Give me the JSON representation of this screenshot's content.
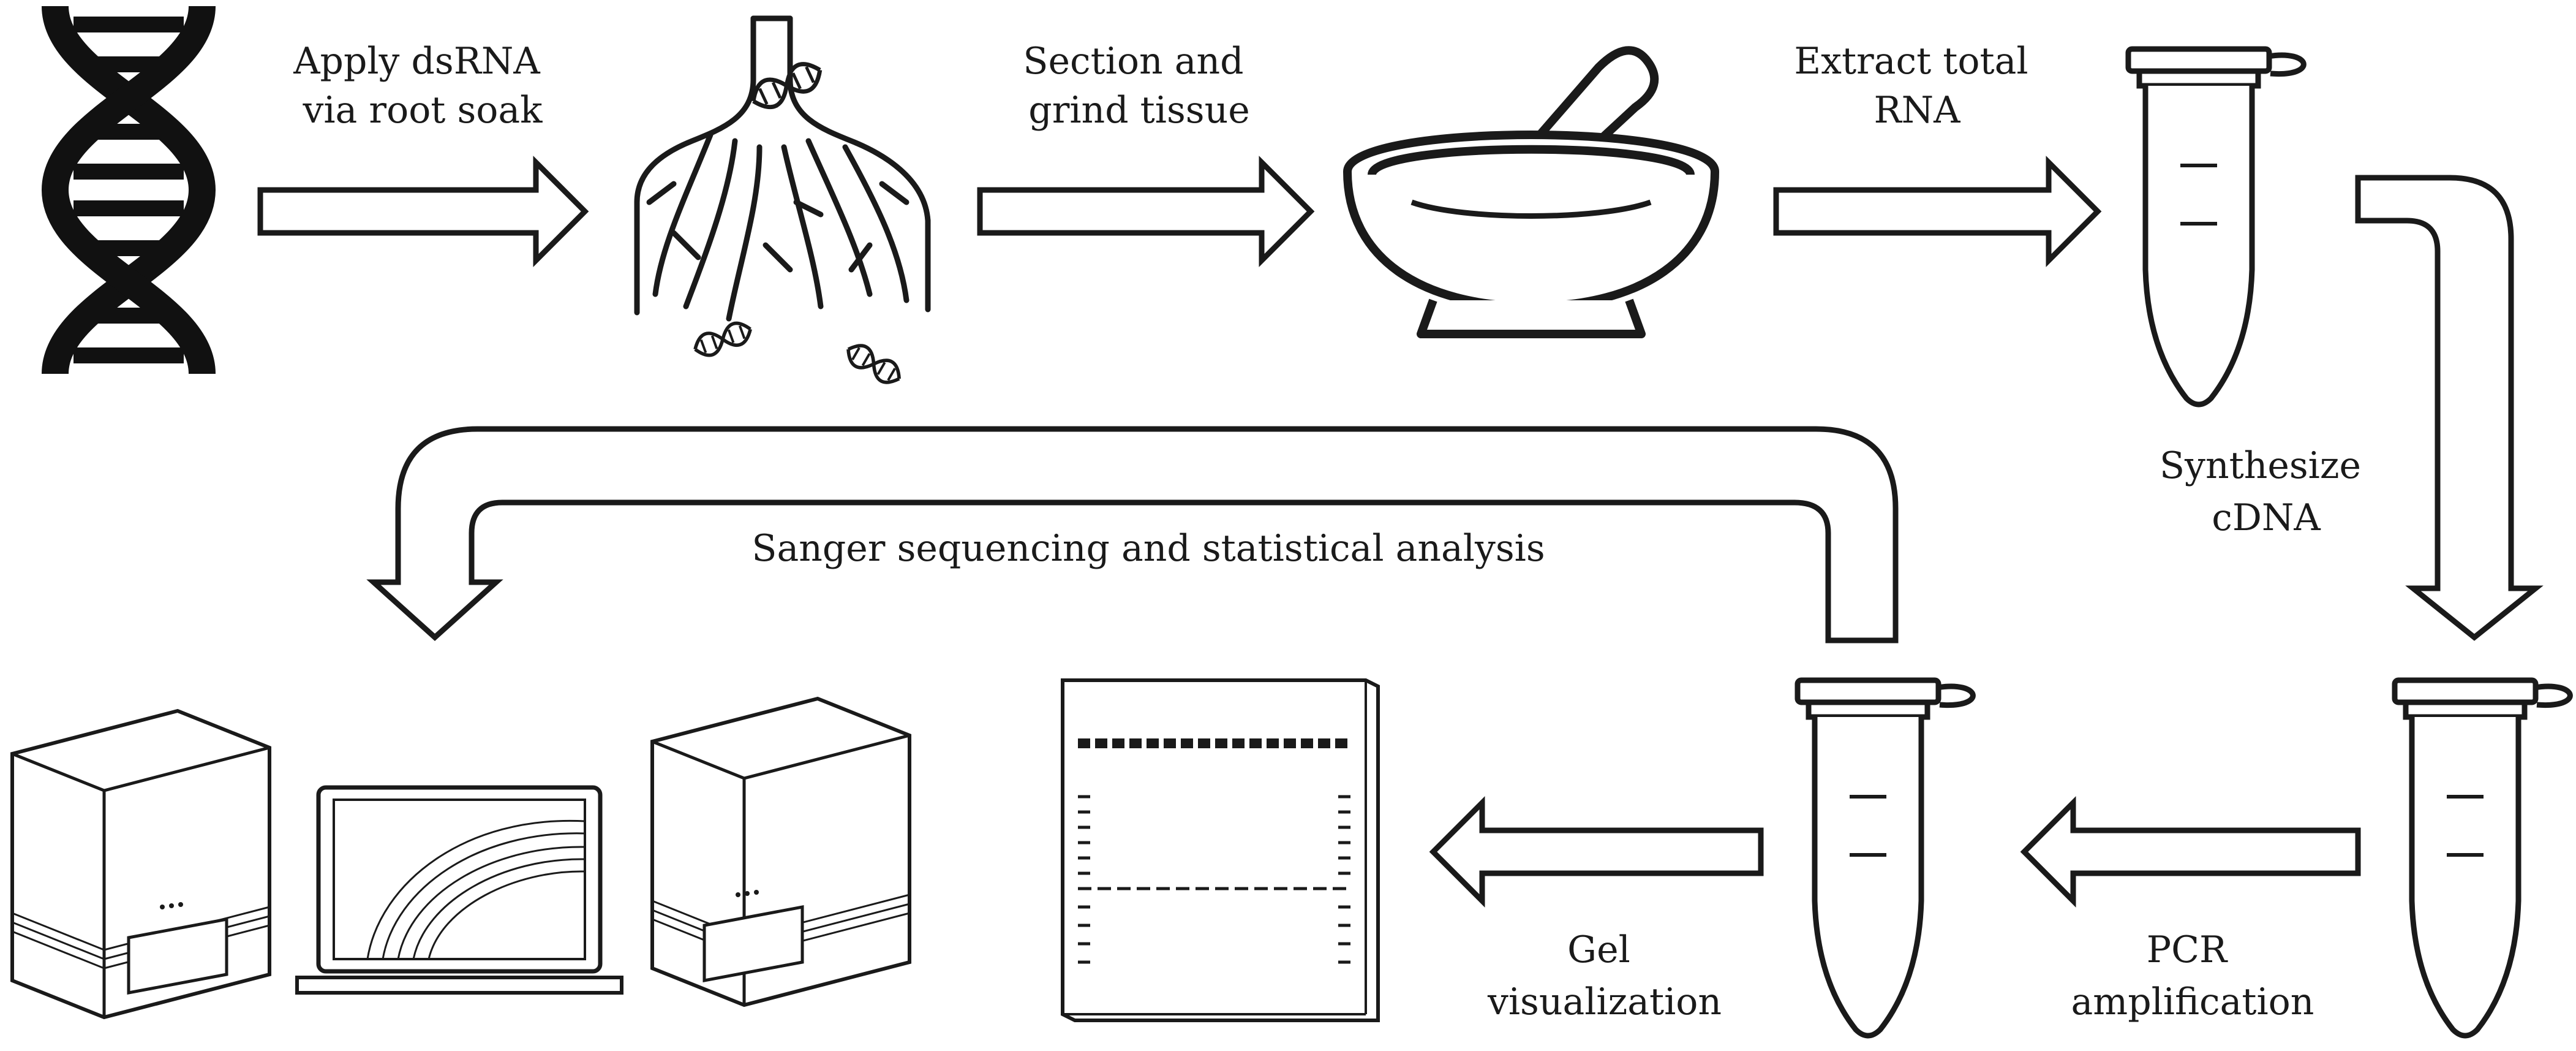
{
  "steps": {
    "apply": [
      "Apply dsRNA",
      "via root soak"
    ],
    "section": [
      "Section and",
      "grind tissue"
    ],
    "extract": [
      "Extract total",
      "RNA"
    ],
    "synth": [
      "Synthesize",
      "cDNA"
    ],
    "pcr": [
      "PCR",
      "amplification"
    ],
    "gel": [
      "Gel",
      "visualization"
    ],
    "sanger": "Sanger sequencing and statistical analysis"
  },
  "colors": {
    "ink": "#1a1a1a",
    "paper": "#ffffff"
  },
  "icons": [
    "dna-helix-icon",
    "plant-roots-icon",
    "mortar-pestle-icon",
    "microcentrifuge-tube-icon",
    "gel-plate-icon",
    "sequencer-icon",
    "laptop-icon"
  ]
}
